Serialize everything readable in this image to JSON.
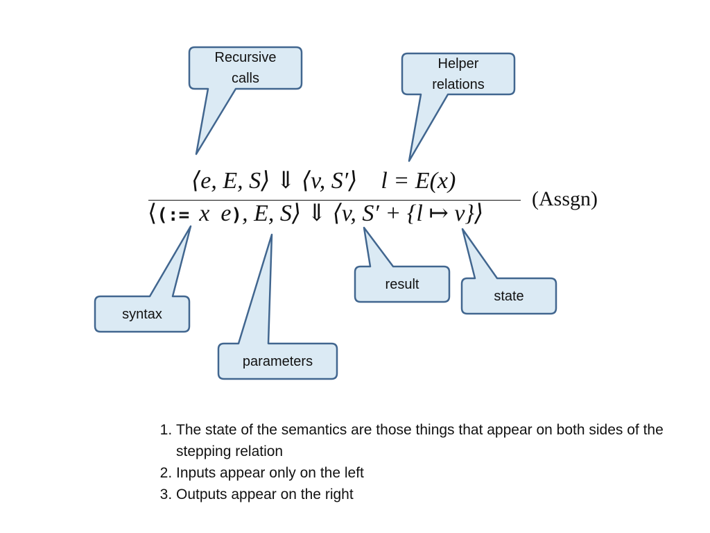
{
  "callouts": {
    "recursive": {
      "line1": "Recursive",
      "line2": "calls"
    },
    "helper": {
      "line1": "Helper",
      "line2": "relations"
    },
    "syntax": "syntax",
    "parameters": "parameters",
    "result": "result",
    "state": "state"
  },
  "rule": {
    "premise_left": "⟨e, E, S⟩ ⇓ ⟨v, S′⟩",
    "premise_right": "l = E(x)",
    "conclusion_open": "⟨",
    "conclusion_syntax_open": "(:=",
    "conclusion_x": "x",
    "conclusion_e": "e",
    "conclusion_syntax_close": ")",
    "conclusion_rest": ", E, S⟩ ⇓ ⟨v, S′ + {l ↦ v}⟩",
    "name": "(Assgn)"
  },
  "notes": [
    "The state of the semantics are those things that appear on both sides of the stepping relation",
    "Inputs appear only on the left",
    "Outputs appear on the right"
  ],
  "colors": {
    "callout_fill": "#dbeaf4",
    "callout_stroke": "#41668f"
  }
}
